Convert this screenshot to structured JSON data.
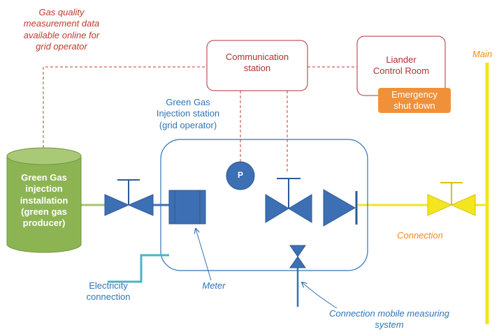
{
  "labels": {
    "gas_quality": "Gas quality\nmeasurement data\navailable online for\ngrid operator",
    "communication_station": "Communication\nstation",
    "liander_control_room": "Liander\nControl Room",
    "emergency_shutdown": "Emergency\nshut down",
    "main": "Main",
    "green_gas_station": "Green Gas\nInjection station\n(grid operator)",
    "green_gas_installation": "Green Gas\ninjection\ninstallation\n(green gas\nproducer)",
    "pressure_symbol": "P",
    "connection": "Connection",
    "electricity_connection": "Electricity\nconnection",
    "meter": "Meter",
    "connection_mobile": "Connection mobile measuring\nsystem"
  },
  "colors": {
    "red_text": "#c0392b",
    "blue": "#2f74b5",
    "blue_fill": "#3d6fb4",
    "green_fill": "#8db453",
    "orange_fill": "#f0913a",
    "yellow": "#f3e51f",
    "teal": "#4bb3c9"
  }
}
